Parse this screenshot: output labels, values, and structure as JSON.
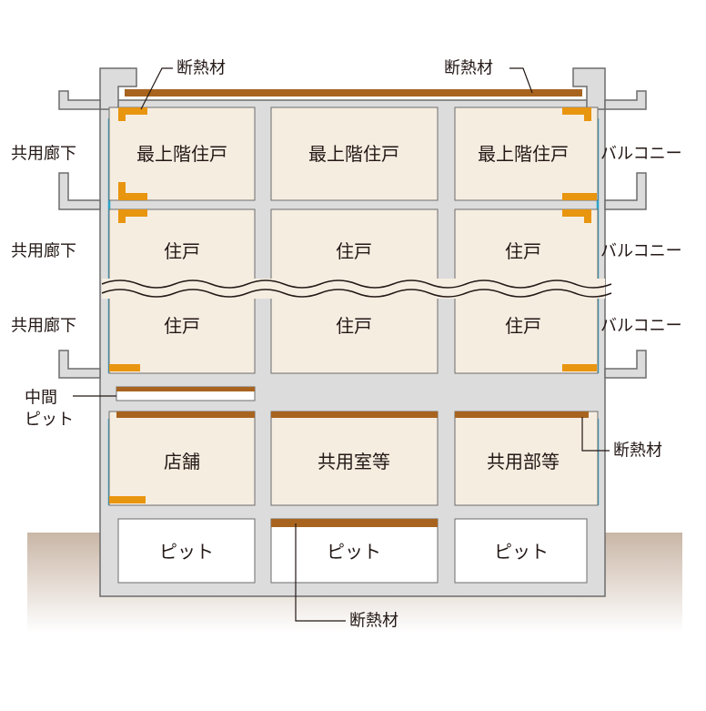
{
  "labels": {
    "top_floor_unit": "最上階住戸",
    "unit": "住戸",
    "corridor": "共用廊下",
    "balcony": "バルコニー",
    "store": "店舗",
    "common_room": "共用室等",
    "common_area": "共用部等",
    "pit": "ピット",
    "insulation": "断熱材",
    "mid_pit_line1": "中間",
    "mid_pit_line2": "ピット"
  },
  "colors": {
    "concrete": "#dcdcdc",
    "concrete_edge": "#6d6d6d",
    "room_fill": "#f6ede1",
    "insulation_brown": "#a8641f",
    "insulation_orange": "#e8950f",
    "glass_edge": "#2aa3c8",
    "ground": "#c9b6a6",
    "leader_line": "#231815"
  }
}
